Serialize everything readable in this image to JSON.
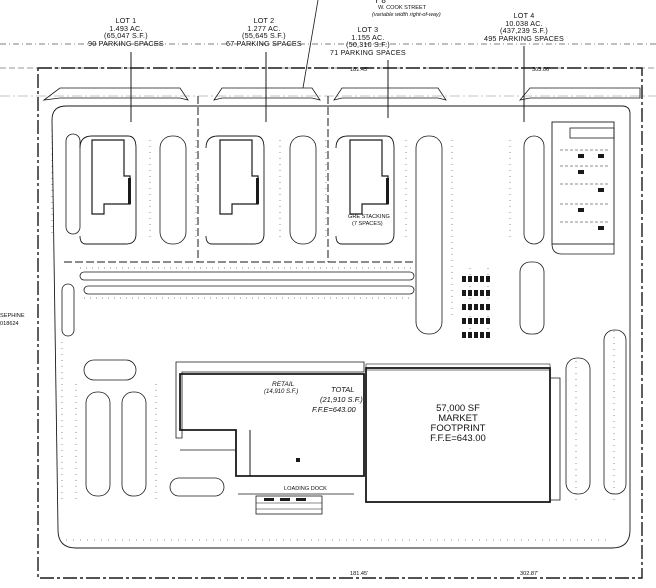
{
  "road": {
    "name_fragment": "Y 8",
    "street": "W. COOK STREET",
    "row_note": "(variable width right-of-way)"
  },
  "lots": [
    {
      "title": "LOT 1",
      "acres": "1.493 AC.",
      "sqft": "(65,047 S.F.)",
      "parking": "90 PARKING SPACES"
    },
    {
      "title": "LOT 2",
      "acres": "1.277 AC.",
      "sqft": "(55,645 S.F.)",
      "parking": "67 PARKING SPACES"
    },
    {
      "title": "LOT 3",
      "acres": "1.155 AC.",
      "sqft": "(50,310 S.F.)",
      "parking": "71 PARKING SPACES"
    },
    {
      "title": "LOT 4",
      "acres": "10.038 AC.",
      "sqft": "(437,239 S.F.)",
      "parking": "495 PARKING SPACES"
    }
  ],
  "dimensions": {
    "top_left": "181.45'",
    "top_right": "303.06'",
    "bottom_left": "181.45'",
    "bottom_right": "302.87'"
  },
  "retail": {
    "label": "RETAIL",
    "area": "(14,910 S.F.)"
  },
  "total": {
    "label": "TOTAL",
    "area": "(21,910 S.F.)",
    "ffe": "F.F.E=643.00"
  },
  "market": {
    "line1": "57,000 SF",
    "line2": "MARKET",
    "line3": "FOOTPRINT",
    "ffe": "F.F.E=643.00"
  },
  "left_margin": {
    "line1": "SEPHINE",
    "line2": "018624"
  },
  "annotations": {
    "stacking": "GRE STACKING",
    "stacking_count": "(7 SPACES)",
    "loading": "LOADING DOCK"
  },
  "colors": {
    "ink": "#1a1a1a",
    "grey": "#8a8a8a",
    "paper": "#ffffff"
  }
}
